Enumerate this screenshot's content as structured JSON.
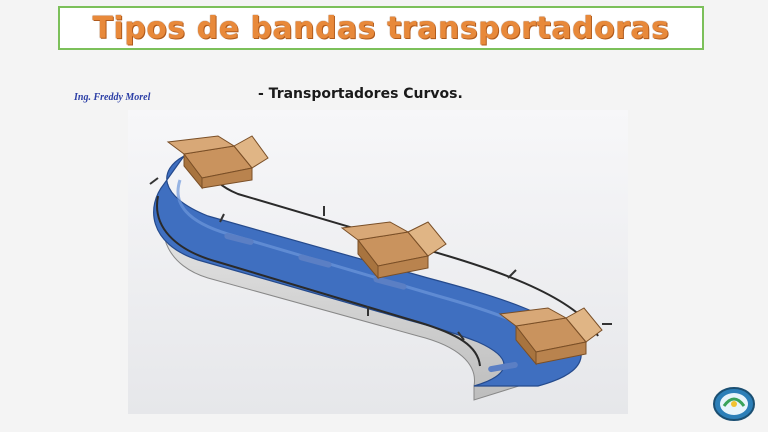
{
  "slide": {
    "title": "Tipos de bandas transportadoras",
    "author": "Ing. Freddy Morel",
    "subtitle": "- Transportadores Curvos."
  },
  "illustration": {
    "subject": "s-curve-belt-conveyor",
    "box_count": 3
  },
  "colors": {
    "title_text": "#e8893a",
    "title_border": "#7cc05a",
    "author_text": "#2c3fa6",
    "belt": "#3f6fc0",
    "frame": "#d8d8d8",
    "box": "#c9935e"
  },
  "icons": [
    "institution-logo-icon"
  ]
}
